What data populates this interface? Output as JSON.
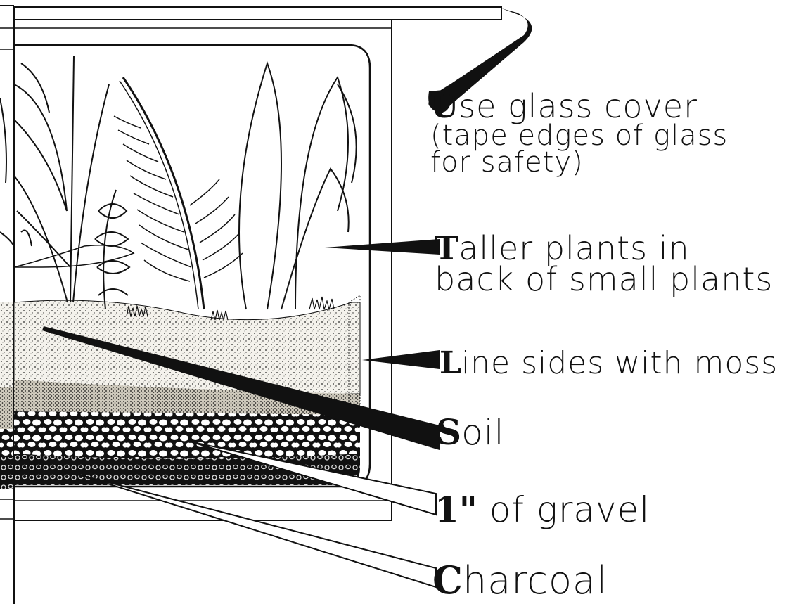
{
  "labels": {
    "glass_cover": {
      "initial": "U",
      "rest": "se glass cover",
      "line2": "(tape edges of glass",
      "line3": "for safety)"
    },
    "taller_plants": {
      "initial": "T",
      "rest": "aller plants in",
      "line2": "back of small plants"
    },
    "moss": {
      "initial": "L",
      "rest": "ine sides with moss"
    },
    "soil": {
      "initial": "S",
      "rest": "oil"
    },
    "gravel": {
      "initial": "1\"",
      "rest": " of gravel"
    },
    "charcoal": {
      "initial": "C",
      "rest": "harcoal"
    }
  },
  "colors": {
    "ink": "#111111",
    "background": "#ffffff",
    "soil": "#e8e4dc",
    "gravel": "#ffffff",
    "charcoal": "#1a1a1a"
  }
}
